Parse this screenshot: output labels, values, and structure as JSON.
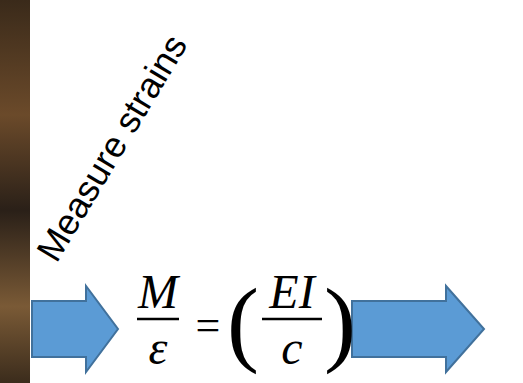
{
  "diagram": {
    "labels": [
      "Measure strains",
      "M",
      "ε",
      "=",
      "(",
      "EI",
      "c",
      ")"
    ]
  }
}
